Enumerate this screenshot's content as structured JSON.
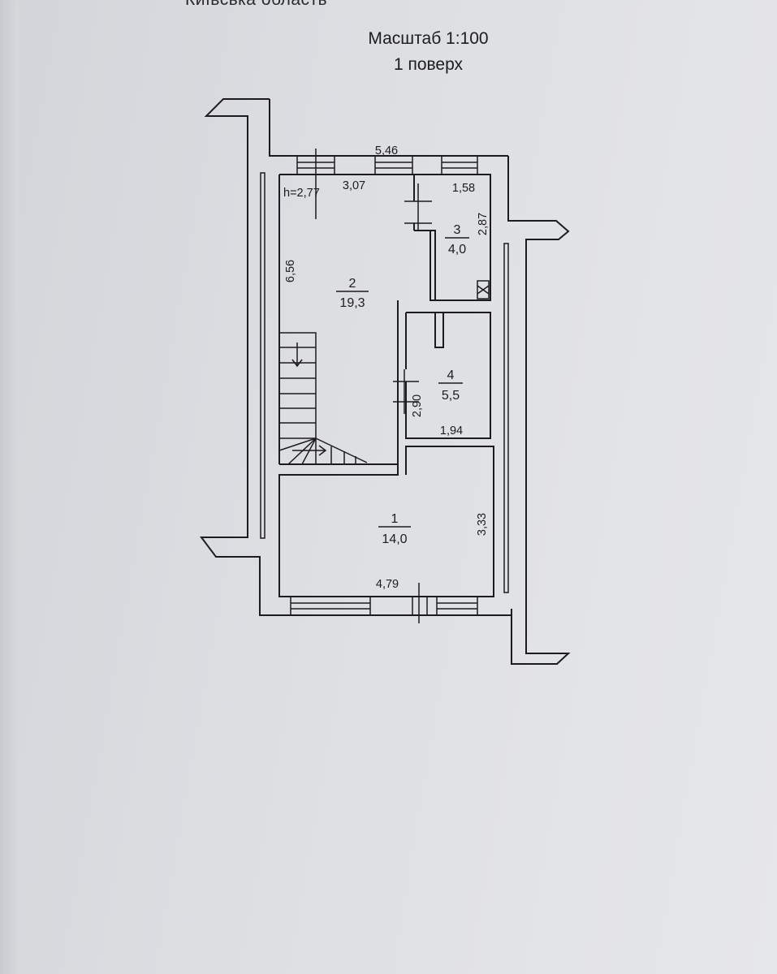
{
  "header": {
    "region_cut": "Київська область",
    "scale": "Масштаб 1:100",
    "floor": "1 поверх"
  },
  "plan": {
    "height_label": "h=2,77",
    "dimensions": {
      "top_overall": "5,46",
      "room2_width": "3,07",
      "room3_width": "1,58",
      "room3_depth": "2,87",
      "room2_depth": "6,56",
      "room4_depth": "2,90",
      "room4_width": "1,94",
      "room1_depth": "3,33",
      "room1_width": "4,79"
    },
    "rooms": [
      {
        "number": "1",
        "area": "14,0"
      },
      {
        "number": "2",
        "area": "19,3"
      },
      {
        "number": "3",
        "area": "4,0"
      },
      {
        "number": "4",
        "area": "5,5"
      }
    ]
  }
}
